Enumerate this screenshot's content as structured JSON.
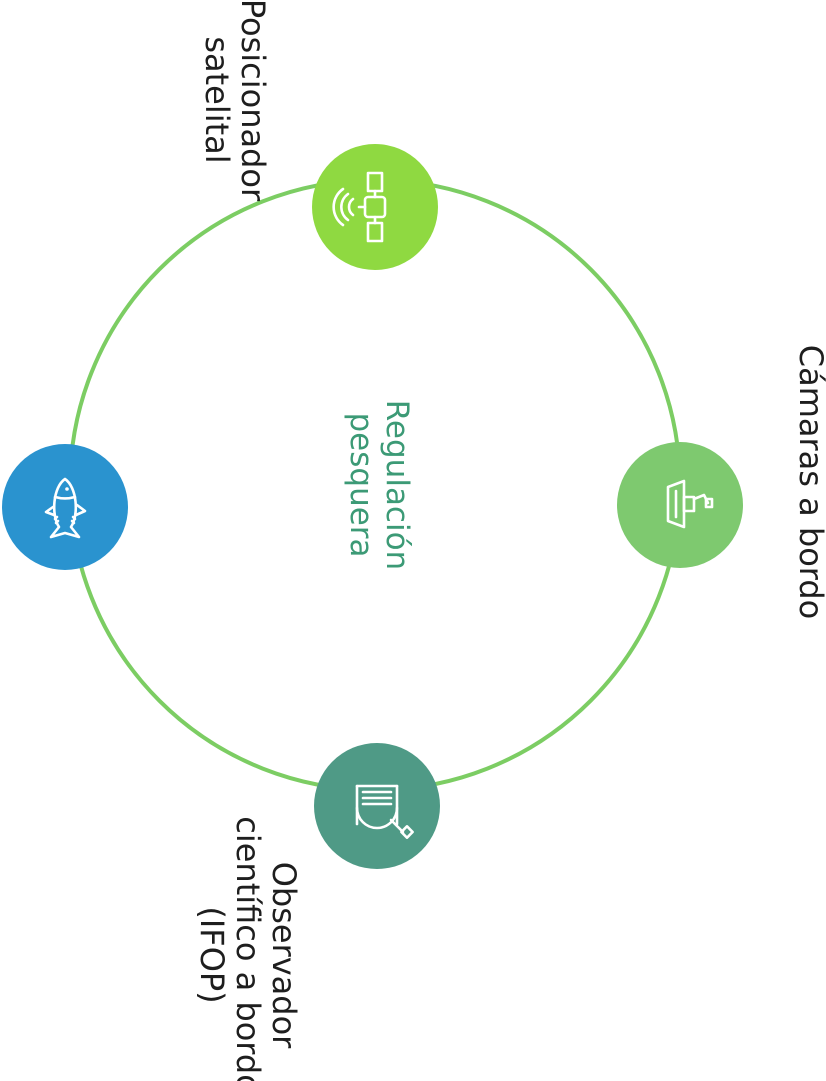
{
  "colors": {
    "ring": "#7ccd63",
    "satellite_node": "#8fd941",
    "camera_node": "#7ec96f",
    "observer_node": "#4f9a86",
    "fish_node": "#2a93cf",
    "center_text": "#3c9a76",
    "label_text": "#1e1e1e"
  },
  "center": {
    "line1": "Regulación",
    "line2": "pesquera"
  },
  "nodes": [
    {
      "id": "satellite",
      "icon": "satellite-icon",
      "label_lines": [
        "Posicionador",
        "satelital"
      ]
    },
    {
      "id": "cameras",
      "icon": "camera-icon",
      "label_lines": [
        "Cámaras a bordo"
      ]
    },
    {
      "id": "observer",
      "icon": "observer-icon",
      "label_lines": [
        "Observador",
        "científico a bordo",
        "(IFOP)"
      ]
    },
    {
      "id": "fish",
      "icon": "fish-icon",
      "label_lines": []
    }
  ]
}
